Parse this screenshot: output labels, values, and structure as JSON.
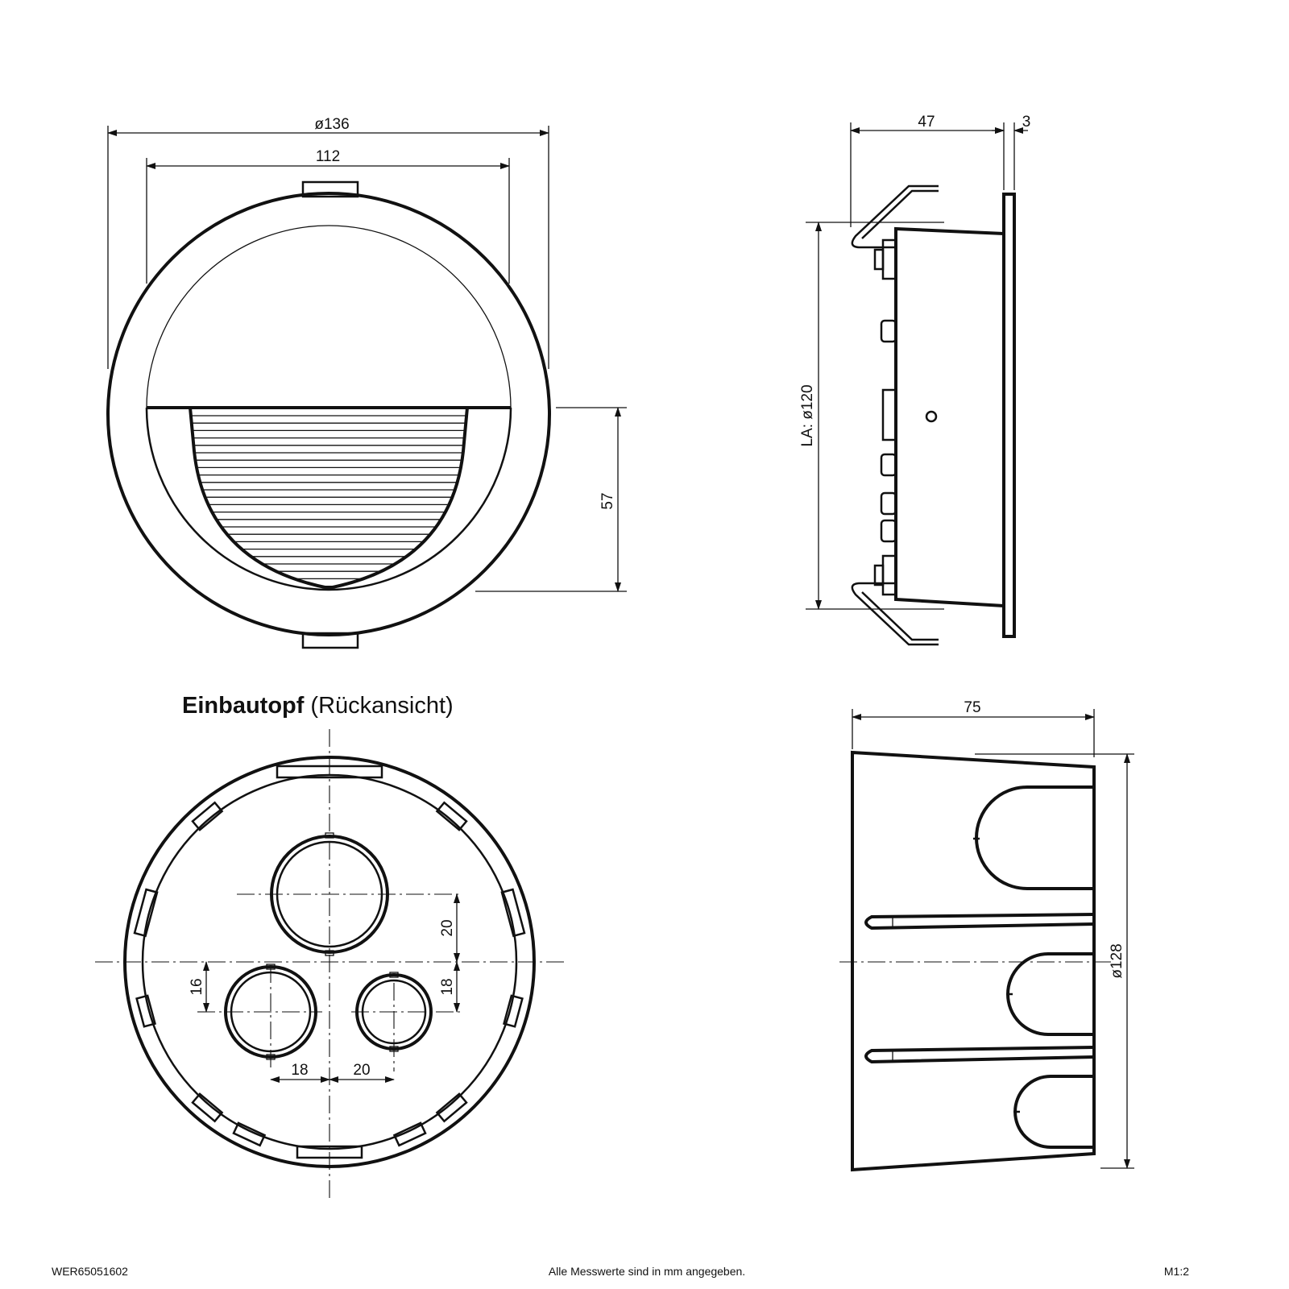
{
  "front_view": {
    "dim_outer_diameter": "ø136",
    "dim_inner_width": "112",
    "dim_height_lamella": "57"
  },
  "side_view": {
    "dim_depth": "47",
    "dim_flange": "3",
    "dim_cutout": "LA: ø120"
  },
  "rear_view": {
    "title_bold": "Einbautopf",
    "title_normal": "(Rückansicht)",
    "dim_top_offset": "20",
    "dim_left_offset": "16",
    "dim_right_offset": "18",
    "dim_bottom_left": "18",
    "dim_bottom_right": "20"
  },
  "box_side_view": {
    "dim_depth": "75",
    "dim_diameter": "ø128"
  },
  "footer": {
    "article_number": "WER65051602",
    "note": "Alle Messwerte sind in mm angegeben.",
    "scale": "M1:2"
  }
}
